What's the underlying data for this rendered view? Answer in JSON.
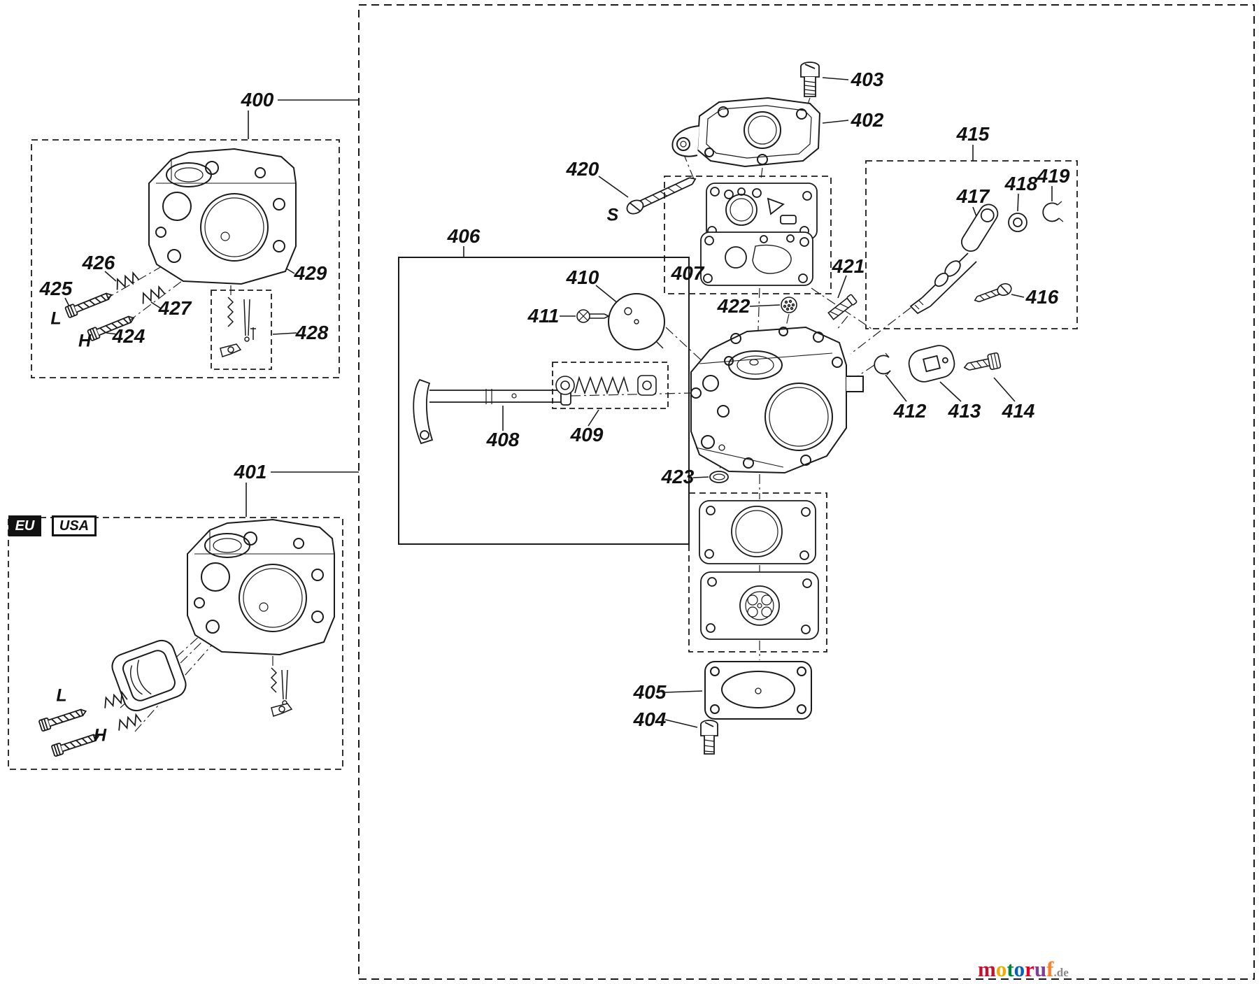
{
  "labels": {
    "group_400": "400",
    "group_401": "401",
    "group_406": "406",
    "group_415": "415",
    "part_402": "402",
    "part_403": "403",
    "part_404": "404",
    "part_405": "405",
    "part_407": "407",
    "part_408": "408",
    "part_409": "409",
    "part_410": "410",
    "part_411": "411",
    "part_412": "412",
    "part_413": "413",
    "part_414": "414",
    "part_416": "416",
    "part_417": "417",
    "part_418": "418",
    "part_419": "419",
    "part_420": "420",
    "part_421": "421",
    "part_422": "422",
    "part_423": "423",
    "part_424": "424",
    "part_425": "425",
    "part_426": "426",
    "part_427": "427",
    "part_428": "428",
    "part_429": "429",
    "tab_eu": "EU",
    "tab_usa": "USA",
    "adj_l_top": "L",
    "adj_h_top": "H",
    "adj_s": "S",
    "adj_l_bottom": "L",
    "adj_h_bottom": "H"
  },
  "watermark": {
    "letters": [
      "m",
      "o",
      "t",
      "o",
      "r",
      "u",
      "f"
    ],
    "colors": [
      "#c8102e",
      "#f2a900",
      "#00843d",
      "#0063be",
      "#e4002b",
      "#7d3f98",
      "#ff7f27"
    ],
    "suffix": ".de",
    "suffix_color": "#8a8a8a"
  },
  "style": {
    "line_color": "#1a1a1a",
    "background": "#ffffff"
  }
}
